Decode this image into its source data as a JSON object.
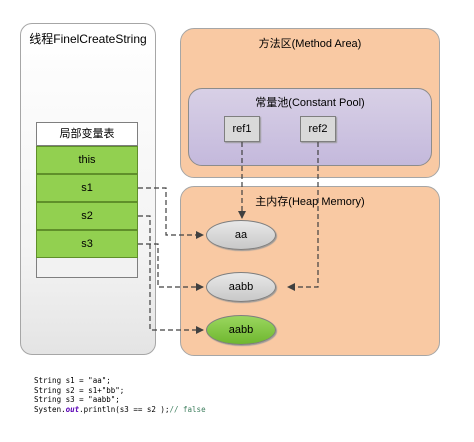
{
  "thread": {
    "title": "线程FinelCreateString"
  },
  "local_var_table": {
    "title": "局部变量表",
    "slots": [
      "this",
      "s1",
      "s2",
      "s3"
    ]
  },
  "method_area": {
    "title": "方法区(Method Area)",
    "constant_pool": {
      "title": "常量池(Constant Pool)",
      "refs": [
        "ref1",
        "ref2"
      ]
    }
  },
  "heap": {
    "title": "主内存(Heap Memory)",
    "objects": [
      "aa",
      "aabb",
      "aabb"
    ]
  },
  "code": {
    "line1": "String s1 = \"aa\";",
    "line2": "String s2 = s1+\"bb\";",
    "line3": "String s3 = \"aabb\";",
    "line4_prefix": "Systen.",
    "line4_keyword": "out",
    "line4_mid": ".println(s3 == s2 );",
    "line4_comment": "// false"
  },
  "colors": {
    "slot_green": "#92d050",
    "area_orange": "#f9c9a3",
    "pool_purple": "#c4b9dc",
    "object_grey": "#d9d9d9",
    "object_green": "#7dc242"
  }
}
